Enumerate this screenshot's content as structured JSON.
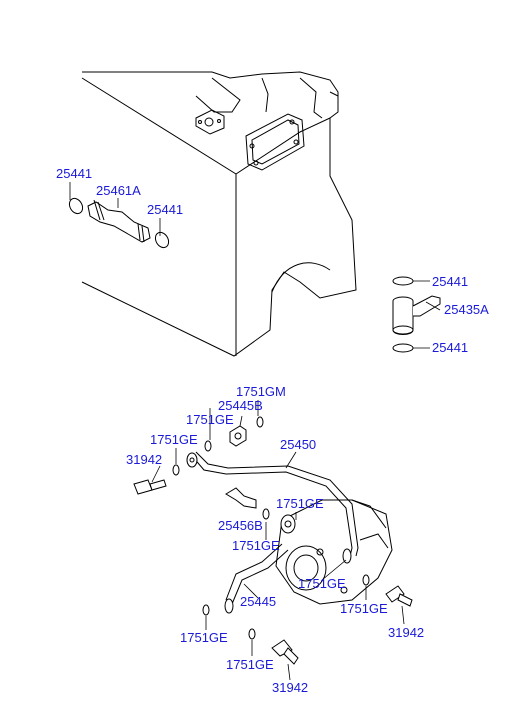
{
  "labels": [
    {
      "id": "lbl-25441-a",
      "text": "25441"
    },
    {
      "id": "lbl-25461a",
      "text": "25461A"
    },
    {
      "id": "lbl-25441-b",
      "text": "25441"
    },
    {
      "id": "lbl-25441-c",
      "text": "25441"
    },
    {
      "id": "lbl-25435a",
      "text": "25435A"
    },
    {
      "id": "lbl-25441-d",
      "text": "25441"
    },
    {
      "id": "lbl-1751gm",
      "text": "1751GM"
    },
    {
      "id": "lbl-25445b",
      "text": "25445B"
    },
    {
      "id": "lbl-1751ge-a",
      "text": "1751GE"
    },
    {
      "id": "lbl-1751ge-b",
      "text": "1751GE"
    },
    {
      "id": "lbl-25450",
      "text": "25450"
    },
    {
      "id": "lbl-31942-a",
      "text": "31942"
    },
    {
      "id": "lbl-1751ge-c",
      "text": "1751GE"
    },
    {
      "id": "lbl-25456b",
      "text": "25456B"
    },
    {
      "id": "lbl-1751ge-d",
      "text": "1751GE"
    },
    {
      "id": "lbl-1751ge-e",
      "text": "1751GE"
    },
    {
      "id": "lbl-25445",
      "text": "25445"
    },
    {
      "id": "lbl-1751ge-f",
      "text": "1751GE"
    },
    {
      "id": "lbl-31942-b",
      "text": "31942"
    },
    {
      "id": "lbl-1751ge-g",
      "text": "1751GE"
    },
    {
      "id": "lbl-1751ge-h",
      "text": "1751GE"
    },
    {
      "id": "lbl-31942-c",
      "text": "31942"
    }
  ]
}
